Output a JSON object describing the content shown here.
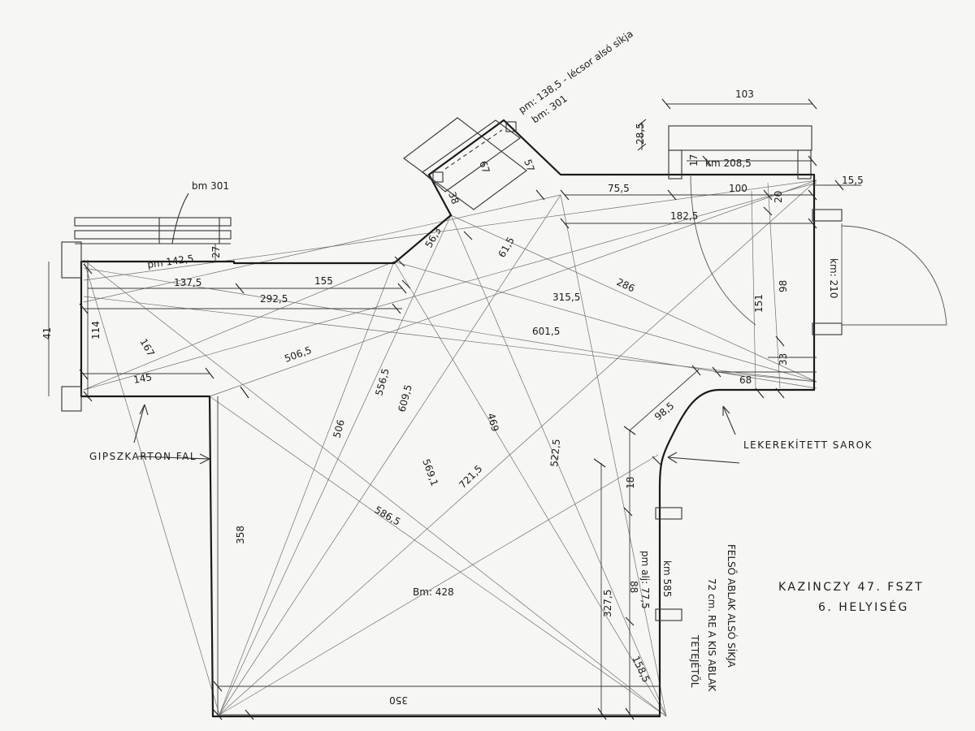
{
  "title": {
    "line1": "KAZINCZY 47. FSZT",
    "line2": "6. HELYISÉG"
  },
  "area": "Bm: 428",
  "notes": {
    "gypsum": "GIPSZKARTON FAL",
    "rounded_corner": "LEKEREKÍTETT SAROK",
    "top_window": "pm: 138,5 - lécsor alsó síkja",
    "top_window_height": "bm: 301",
    "left_window_height": "bm 301",
    "left_window_sill": "pm 142,5",
    "door_height_top": "km 208,5",
    "door_height_right": "km: 210",
    "right_window_sill": "pm alj: 77,5",
    "right_door_height": "km 585",
    "vertical_note_1": "FELSŐ ABLAK ALSÓ SÍKJA",
    "vertical_note_2": "72 cm. RE A KIS ABLAK",
    "vertical_note_3": "TETEJÉTŐL"
  },
  "dimensions": [
    "103",
    "28,5",
    "17",
    "75,5",
    "100",
    "20",
    "15,5",
    "182,5",
    "67",
    "57",
    "38",
    "56,3",
    "61,5",
    "286",
    "315,5",
    "151",
    "98",
    "137,5",
    "155",
    "292,5",
    "601,5",
    "27",
    "114",
    "41",
    "167",
    "145",
    "506,5",
    "556,5",
    "609,5",
    "506",
    "469",
    "522,5",
    "569,1",
    "721,5",
    "586,5",
    "98,5",
    "68",
    "33",
    "18",
    "358",
    "350",
    "327,5",
    "158,5",
    "88"
  ]
}
